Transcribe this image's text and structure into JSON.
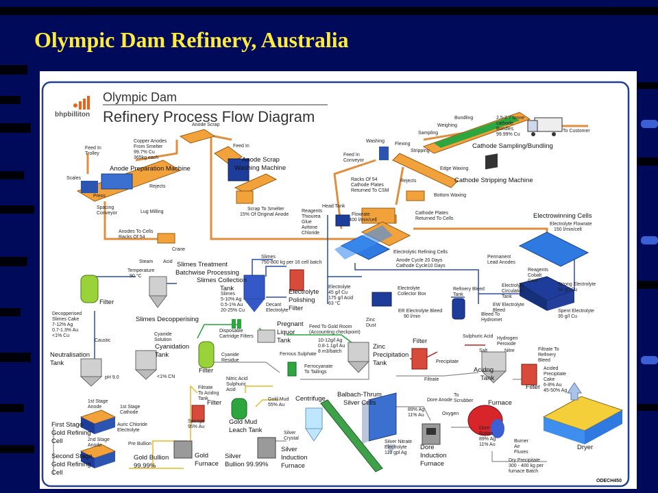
{
  "slide": {
    "title": "Olympic Dam Refinery, Australia"
  },
  "brand": {
    "logo_text": "bhpbilliton"
  },
  "diagram": {
    "title_line1": "Olympic Dam",
    "title_line2": "Refinery Process Flow Diagram",
    "code": "ODECH450",
    "labels": [
      [
        "Copper Anodes",
        137,
        104,
        "lbl"
      ],
      [
        "From Smelter",
        137,
        112,
        "lbl"
      ],
      [
        "99.7% Cu",
        137,
        120,
        "lbl"
      ],
      [
        "365kg each",
        137,
        128,
        "lbl"
      ],
      [
        "Anode Scrap",
        222,
        80,
        "lbl"
      ],
      [
        "Feed In",
        66,
        114,
        "lbl"
      ],
      [
        "Trolley",
        66,
        122,
        "lbl"
      ],
      [
        "Anode Preparation Machine",
        102,
        145,
        "lblb"
      ],
      [
        "Feed In",
        282,
        111,
        "lbl"
      ],
      [
        "Anode Scrap",
        295,
        132,
        "lblb"
      ],
      [
        "Washing Machine",
        284,
        144,
        "lblb"
      ],
      [
        "Scales",
        39,
        158,
        "lbl"
      ],
      [
        "Rejects",
        160,
        170,
        "lbl"
      ],
      [
        "Press",
        78,
        184,
        "lbl"
      ],
      [
        "Lug Milling",
        147,
        207,
        "lbl"
      ],
      [
        "Spacing",
        83,
        201,
        "lbl"
      ],
      [
        "Conveyor",
        83,
        209,
        "lbl"
      ],
      [
        "Scrap To Smelter",
        303,
        203,
        "lbl"
      ],
      [
        "15% Of Original Anode",
        292,
        211,
        "lbl"
      ],
      [
        "Anodes To Cells",
        115,
        236,
        "lbl"
      ],
      [
        "Racks Of 54",
        115,
        244,
        "lbl"
      ],
      [
        "Crane",
        193,
        262,
        "lbl"
      ],
      [
        "Washing",
        476,
        104,
        "lbl"
      ],
      [
        "Flexing",
        518,
        108,
        "lbl"
      ],
      [
        "Stripping",
        541,
        118,
        "lbl"
      ],
      [
        "Feed In",
        443,
        124,
        "lbl"
      ],
      [
        "Conveyor",
        443,
        132,
        "lbl"
      ],
      [
        "Edge Waxing",
        584,
        144,
        "lbl"
      ],
      [
        "Racks Of 54",
        454,
        160,
        "lbl"
      ],
      [
        "Cathode Plates",
        454,
        168,
        "lbl"
      ],
      [
        "Returned To CSM",
        454,
        176,
        "lbl"
      ],
      [
        "Rejects",
        526,
        162,
        "lbl"
      ],
      [
        "Cathode Stripping Machine",
        605,
        162,
        "lblb"
      ],
      [
        "Bottom Waxing",
        575,
        183,
        "lbl"
      ],
      [
        "Bundling",
        605,
        70,
        "lbl"
      ],
      [
        "Weighing",
        580,
        81,
        "lbl"
      ],
      [
        "Sampling",
        552,
        92,
        "lbl"
      ],
      [
        "2.5-2.7 tonne",
        666,
        70,
        "lbl"
      ],
      [
        "cathode",
        666,
        78,
        "lbl"
      ],
      [
        "Bundles",
        666,
        86,
        "lbl"
      ],
      [
        "99.99% Cu",
        666,
        94,
        "lbl"
      ],
      [
        "To Customer",
        763,
        89,
        "lbl"
      ],
      [
        "Cathode Sampling/Bundling",
        631,
        112,
        "lblb"
      ],
      [
        "Head Tank",
        412,
        199,
        "lbl"
      ],
      [
        "Reagents",
        382,
        206,
        "lbl"
      ],
      [
        "Thiourea",
        382,
        214,
        "lbl"
      ],
      [
        "Glue",
        382,
        222,
        "lbl"
      ],
      [
        "Avitone",
        382,
        230,
        "lbl"
      ],
      [
        "Chloride",
        382,
        238,
        "lbl"
      ],
      [
        "Flowrate",
        455,
        211,
        "lbl"
      ],
      [
        "400 l/min/cell",
        451,
        219,
        "lbl"
      ],
      [
        "Cathode Plates",
        548,
        209,
        "lbl"
      ],
      [
        "Returned To Cells",
        548,
        217,
        "lbl"
      ],
      [
        "Electrowinning Cells",
        720,
        214,
        "lblb"
      ],
      [
        "Electrolyte Flowrate",
        744,
        225,
        "lbl"
      ],
      [
        "150 l/min/cell",
        750,
        233,
        "lbl"
      ],
      [
        "Electrolytic Refining Cells",
        516,
        266,
        "lbl"
      ],
      [
        "Anode Cycle 20 Days",
        520,
        278,
        "lbl"
      ],
      [
        "Cathode Cycle10 Days",
        520,
        286,
        "lbl"
      ],
      [
        "Permanent",
        653,
        273,
        "lbl"
      ],
      [
        "Lead Anodes",
        653,
        281,
        "lbl"
      ],
      [
        "Steam",
        145,
        280,
        "lbl"
      ],
      [
        "Acid",
        180,
        280,
        "lbl"
      ],
      [
        "Slimes Treatment",
        200,
        285,
        "lblb"
      ],
      [
        "Batchwise Processing",
        198,
        297,
        "lblb"
      ],
      [
        "Slimes",
        323,
        273,
        "lbl"
      ],
      [
        "750-800 kg per 16 cell batch",
        323,
        281,
        "lbl"
      ],
      [
        "Temperature",
        128,
        293,
        "lbl"
      ],
      [
        "90 °C",
        131,
        301,
        "lbl"
      ],
      [
        "Slimes Collection",
        229,
        308,
        "lblb"
      ],
      [
        "Tank",
        263,
        320,
        "lblb"
      ],
      [
        "Reagents",
        712,
        292,
        "lbl"
      ],
      [
        "Cobalt",
        712,
        300,
        "lbl"
      ],
      [
        "Guar",
        712,
        308,
        "lbl"
      ],
      [
        "Electrolyte",
        674,
        315,
        "lbl"
      ],
      [
        "Circulation",
        674,
        323,
        "lbl"
      ],
      [
        "Tank",
        674,
        331,
        "lbl"
      ],
      [
        "Strong Electrolyte",
        756,
        313,
        "lbl"
      ],
      [
        "50 g/l Cu",
        756,
        321,
        "lbl"
      ],
      [
        "Slimes",
        264,
        327,
        "lbl"
      ],
      [
        "5-10% Ag",
        264,
        335,
        "lbl"
      ],
      [
        "0.5-1% Au",
        264,
        343,
        "lbl"
      ],
      [
        "20-25% Cu",
        264,
        351,
        "lbl"
      ],
      [
        "Electrolyte",
        363,
        325,
        "lblb"
      ],
      [
        "Polishing",
        363,
        337,
        "lblb"
      ],
      [
        "Filter",
        363,
        349,
        "lblb"
      ],
      [
        "Electrolyte",
        421,
        317,
        "lbl"
      ],
      [
        "45 g/l Cu",
        421,
        325,
        "lbl"
      ],
      [
        "175 g/l Acid",
        421,
        333,
        "lbl"
      ],
      [
        "63 °C",
        421,
        341,
        "lbl"
      ],
      [
        "Electrolyte",
        522,
        319,
        "lbl"
      ],
      [
        "Collector Box",
        522,
        327,
        "lbl"
      ],
      [
        "Refinery Bleed",
        603,
        320,
        "lbl"
      ],
      [
        "Tank",
        603,
        328,
        "lbl"
      ],
      [
        "Decant",
        330,
        343,
        "lbl"
      ],
      [
        "Electrolyte",
        330,
        351,
        "lbl"
      ],
      [
        "EW Electrolyte",
        661,
        343,
        "lbl"
      ],
      [
        "Bleed",
        661,
        351,
        "lbl"
      ],
      [
        "ER Electrolyte Bleed",
        523,
        352,
        "lbl"
      ],
      [
        "90 l/min",
        531,
        360,
        "lbl"
      ],
      [
        "Spent Electrolyte",
        756,
        352,
        "lbl"
      ],
      [
        "35 g/l Cu",
        756,
        360,
        "lbl"
      ],
      [
        "Bleed To",
        644,
        357,
        "lbl"
      ],
      [
        "Hydromet",
        644,
        365,
        "lbl"
      ],
      [
        "Filter",
        87,
        340,
        "lblb"
      ],
      [
        "Decopperised",
        18,
        356,
        "lbl"
      ],
      [
        "Slimes Cake",
        18,
        364,
        "lbl"
      ],
      [
        "7-12% Ag",
        18,
        372,
        "lbl"
      ],
      [
        "0.7-1.3% Au",
        18,
        380,
        "lbl"
      ],
      [
        "<1% Cu",
        18,
        388,
        "lbl"
      ],
      [
        "Slimes Decopperising",
        140,
        365,
        "lblb"
      ],
      [
        "Disposable",
        262,
        381,
        "lbl"
      ],
      [
        "Cartridge Filters",
        262,
        389,
        "lbl"
      ],
      [
        "Pregnant",
        346,
        372,
        "lblb"
      ],
      [
        "Liquor",
        346,
        384,
        "lblb"
      ],
      [
        "Tank",
        346,
        396,
        "lblb"
      ],
      [
        "Feed To Gold Room",
        393,
        375,
        "lbl"
      ],
      [
        "(Accounting checkpoint)",
        393,
        383,
        "lbl"
      ],
      [
        "Zinc",
        476,
        365,
        "lbl"
      ],
      [
        "Dust",
        476,
        373,
        "lbl"
      ],
      [
        "Cyanide",
        167,
        386,
        "lbl"
      ],
      [
        "Solution",
        167,
        394,
        "lbl"
      ],
      [
        "10-12g/l Ag",
        406,
        395,
        "lbl"
      ],
      [
        "0.8-1.1g/l Au",
        406,
        403,
        "lbl"
      ],
      [
        "8 m3/batch",
        406,
        411,
        "lbl"
      ],
      [
        "Caustic",
        80,
        395,
        "lbl"
      ],
      [
        "Cyanidation",
        168,
        405,
        "lblb"
      ],
      [
        "Tank",
        168,
        417,
        "lblb"
      ],
      [
        "Neutralisation",
        15,
        417,
        "lblb"
      ],
      [
        "Tank",
        15,
        429,
        "lblb"
      ],
      [
        "Ferrous Sulphate",
        350,
        415,
        "lbl"
      ],
      [
        "Cyanide",
        265,
        416,
        "lbl"
      ],
      [
        "Residue",
        265,
        424,
        "lbl"
      ],
      [
        "Zinc",
        486,
        405,
        "lblb"
      ],
      [
        "Precipitation",
        486,
        417,
        "lblb"
      ],
      [
        "Tank",
        486,
        429,
        "lblb"
      ],
      [
        "Filter",
        544,
        397,
        "lblb"
      ],
      [
        "Sulphuric Acid",
        617,
        389,
        "lbl"
      ],
      [
        "Hydrogen",
        667,
        392,
        "lbl"
      ],
      [
        "Peroxide",
        667,
        400,
        "lbl"
      ],
      [
        "Nitre",
        678,
        410,
        "lbl"
      ],
      [
        "Salt",
        641,
        410,
        "lbl"
      ],
      [
        "Filtrate To",
        727,
        408,
        "lbl"
      ],
      [
        "Refinery",
        727,
        416,
        "lbl"
      ],
      [
        "Bleed",
        727,
        424,
        "lbl"
      ],
      [
        "Precipitate",
        578,
        426,
        "lbl"
      ],
      [
        "Acided",
        735,
        436,
        "lbl"
      ],
      [
        "Precipitate",
        735,
        444,
        "lbl"
      ],
      [
        "Cake",
        735,
        452,
        "lbl"
      ],
      [
        "6-8% Au",
        735,
        460,
        "lbl"
      ],
      [
        "45-50% Ag",
        735,
        468,
        "lbl"
      ],
      [
        "Ferrocyanate",
        386,
        433,
        "lbl"
      ],
      [
        "To Tailings",
        386,
        441,
        "lbl"
      ],
      [
        "Filter",
        232,
        440,
        "lblb"
      ],
      [
        "pH 9.0",
        95,
        449,
        "lbl"
      ],
      [
        "<1% CN",
        171,
        448,
        "lbl"
      ],
      [
        "Acidng",
        633,
        439,
        "lblb"
      ],
      [
        "Tank",
        643,
        451,
        "lblb"
      ],
      [
        "Filtrate",
        561,
        452,
        "lbl"
      ],
      [
        "Filter",
        709,
        464,
        "lblb"
      ],
      [
        "Filtrate",
        231,
        464,
        "lbl"
      ],
      [
        "To Acidng",
        231,
        472,
        "lbl"
      ],
      [
        "Tank",
        231,
        480,
        "lbl"
      ],
      [
        "Nitric Acid",
        272,
        451,
        "lbl"
      ],
      [
        "Sulphuric",
        272,
        459,
        "lbl"
      ],
      [
        "Acid",
        272,
        467,
        "lbl"
      ],
      [
        "Balbach-Thrum",
        434,
        475,
        "lblb"
      ],
      [
        "Silver Cells",
        443,
        487,
        "lblb"
      ],
      [
        "Centrifuge",
        373,
        481,
        "lblb"
      ],
      [
        "To",
        604,
        475,
        "lbl"
      ],
      [
        "Scrubber",
        604,
        483,
        "lbl"
      ],
      [
        "Furnace",
        654,
        487,
        "lblb"
      ],
      [
        "Gold Mud",
        333,
        481,
        "lbl"
      ],
      [
        "55% Au",
        333,
        489,
        "lbl"
      ],
      [
        "Dore Anode",
        565,
        482,
        "lbl"
      ],
      [
        "1st Stage",
        70,
        484,
        "lbl"
      ],
      [
        "Anode",
        70,
        492,
        "lbl"
      ],
      [
        "1st Stage",
        117,
        492,
        "lbl"
      ],
      [
        "Cathode",
        117,
        500,
        "lbl"
      ],
      [
        "Filter",
        244,
        487,
        "lblb"
      ],
      [
        "89% Ag",
        537,
        496,
        "lbl"
      ],
      [
        "11% Au",
        537,
        504,
        "lbl"
      ],
      [
        "Oxygen",
        587,
        502,
        "lbl"
      ],
      [
        "Gold Mud",
        276,
        515,
        "lblb"
      ],
      [
        "Leach Tank",
        276,
        527,
        "lblb"
      ],
      [
        "Sponge",
        216,
        513,
        "lbl"
      ],
      [
        "95% Au",
        216,
        521,
        "lbl"
      ],
      [
        "First Stage",
        17,
        519,
        "lblb"
      ],
      [
        "Gold Refining",
        17,
        531,
        "lblb"
      ],
      [
        "Cell",
        17,
        543,
        "lblb"
      ],
      [
        "Auric Chloride",
        113,
        518,
        "lbl"
      ],
      [
        "Electrolyte",
        113,
        526,
        "lbl"
      ],
      [
        "Dore",
        641,
        523,
        "lbl"
      ],
      [
        "Button",
        641,
        531,
        "lbl"
      ],
      [
        "89% Ag",
        641,
        539,
        "lbl"
      ],
      [
        "11% Au",
        641,
        547,
        "lbl"
      ],
      [
        "Silver",
        356,
        530,
        "lbl"
      ],
      [
        "Crystal",
        356,
        538,
        "lbl"
      ],
      [
        "2nd Stage",
        70,
        540,
        "lbl"
      ],
      [
        "Anode",
        70,
        548,
        "lbl"
      ],
      [
        "Silver Nitrate",
        503,
        543,
        "lbl"
      ],
      [
        "Electrolyte",
        503,
        551,
        "lbl"
      ],
      [
        "110 gpl Ag",
        503,
        559,
        "lbl"
      ],
      [
        "Burner",
        692,
        542,
        "lbl"
      ],
      [
        "Air",
        692,
        550,
        "lbl"
      ],
      [
        "Fluxes",
        692,
        558,
        "lbl"
      ],
      [
        "Pre Bullion",
        129,
        546,
        "lbl"
      ],
      [
        "Dore",
        555,
        552,
        "lblb"
      ],
      [
        "Induction",
        555,
        564,
        "lblb"
      ],
      [
        "Furnace",
        555,
        576,
        "lblb"
      ],
      [
        "Dryer",
        784,
        552,
        "lblb"
      ],
      [
        "Silver",
        352,
        555,
        "lblb"
      ],
      [
        "Induction",
        352,
        567,
        "lblb"
      ],
      [
        "Furnace",
        352,
        579,
        "lblb"
      ],
      [
        "Second Stage",
        17,
        565,
        "lblb"
      ],
      [
        "Gold Refining",
        17,
        577,
        "lblb"
      ],
      [
        "Cell",
        17,
        589,
        "lblb"
      ],
      [
        "Gold",
        226,
        564,
        "lblb"
      ],
      [
        "Furnace",
        226,
        576,
        "lblb"
      ],
      [
        "Gold Bullion",
        137,
        567,
        "lblb"
      ],
      [
        "99.99%",
        137,
        579,
        "lblb"
      ],
      [
        "Silver",
        270,
        565,
        "lblb"
      ],
      [
        "Bullion 99.99%",
        270,
        577,
        "lblb"
      ],
      [
        "Dry Precipitate",
        684,
        570,
        "lbl"
      ],
      [
        "300 - 400 kg per",
        684,
        578,
        "lbl"
      ],
      [
        "furnace Batch",
        684,
        586,
        "lbl"
      ]
    ]
  }
}
